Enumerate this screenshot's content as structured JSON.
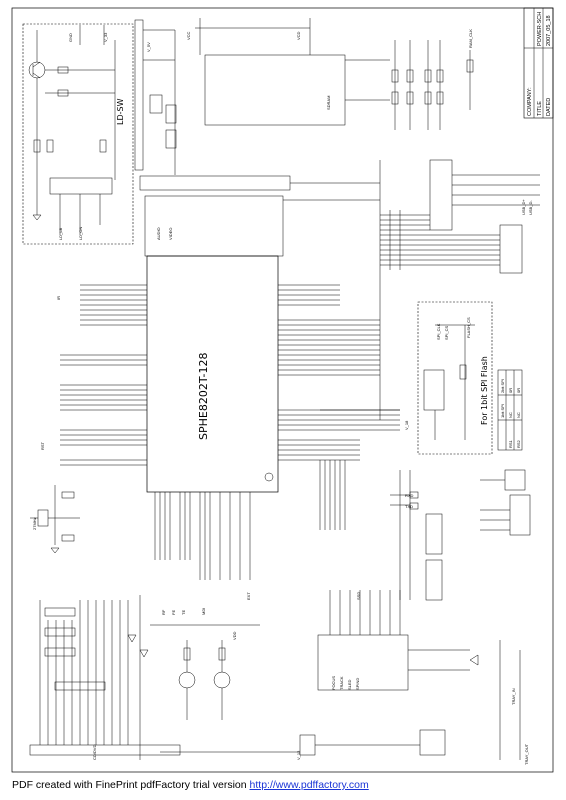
{
  "schematic": {
    "chip_name": "SPHE8202T-128",
    "ld_sw_label": "LD-SW",
    "flash_note": "For 1bit SPI Flash",
    "flash_table": {
      "rows": [
        [
          "",
          "2bit SPI",
          "1bit SPI"
        ],
        [
          "RS1",
          "0R",
          "NC"
        ],
        [
          "RS2",
          "0R",
          "NC"
        ]
      ]
    },
    "title_block": {
      "company_label": "COMPANY:",
      "title_label": "TITLE",
      "title_value": "POWER-SCH",
      "dated_label": "DATED",
      "dated_value": "2007_05_18"
    },
    "net_labels": {
      "v33": "V_33",
      "vcc": "VCC",
      "v5": "V_5V",
      "gnd": "GND",
      "sdram": "SDRAM",
      "vcd": "VCD",
      "spi_clk": "SPI_CLK",
      "spi_cs": "SPI_CS",
      "ir": "IR",
      "rxd": "RXD",
      "txd": "TXD",
      "rst": "RST",
      "ld_lb": "LD_LB",
      "ld_on": "LD_ON",
      "usb_dp": "USB_D+",
      "usb_dm": "USB_D-",
      "tray_in": "TRAY_IN",
      "tray_out": "TRAY_OUT",
      "ramclk": "RAM_CLK",
      "rf": "RF",
      "fe": "FE",
      "te": "TE",
      "mdi": "MDI",
      "vdd": "VDD",
      "flash_cs": "FLASH_CS",
      "ssd": "SSD",
      "ext": "EXT",
      "v12": "V_12",
      "v18": "V_18",
      "cd_dvd": "CD/DVD",
      "xtal": "27MHz",
      "focus": "FOCUS",
      "track": "TRACK",
      "sled": "SLED",
      "spind": "SPIND",
      "audio": "AUDIO",
      "video": "VIDEO"
    }
  },
  "footer": {
    "prefix": "PDF created with FinePrint pdfFactory trial version ",
    "link": "http://www.pdffactory.com"
  }
}
